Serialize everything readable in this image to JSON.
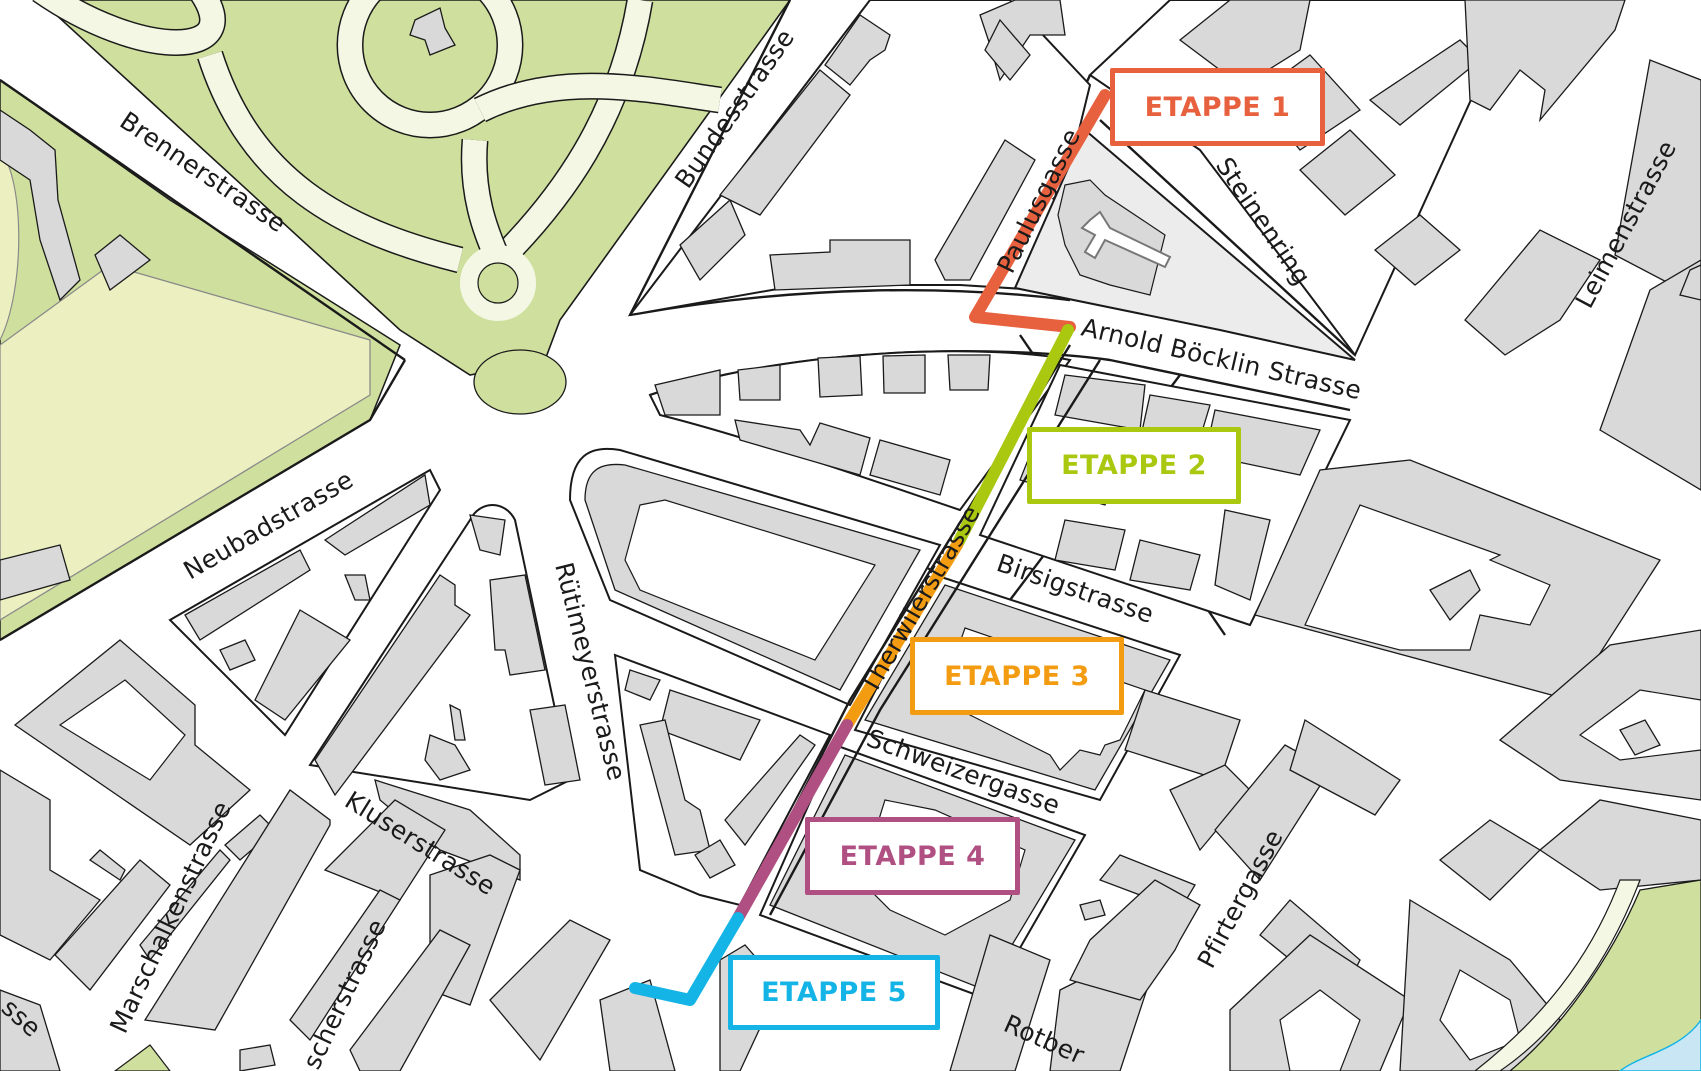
{
  "map": {
    "colors": {
      "building": "#d9d9d9",
      "road": "#ffffff",
      "park": "#cfe09e",
      "park_path": "#f3f7e4",
      "sports_field": "#ecefbf",
      "church_plot": "#ececec",
      "water": "#c9e6f5",
      "outline": "#1a1a1a"
    },
    "streets": [
      {
        "name": "Brennerstrasse"
      },
      {
        "name": "Bundesstrasse"
      },
      {
        "name": "Paulusgasse"
      },
      {
        "name": "Steinenring"
      },
      {
        "name": "Leimenstrasse"
      },
      {
        "name": "Arnold Böcklin Strasse"
      },
      {
        "name": "Neubadstrasse"
      },
      {
        "name": "Rütimeyerstrasse"
      },
      {
        "name": "Therwilerstrasse"
      },
      {
        "name": "Birsigstrasse"
      },
      {
        "name": "Schweizergasse"
      },
      {
        "name": "Kluserstrasse"
      },
      {
        "name": "Marschalkenstrasse"
      },
      {
        "name": "scherstrasse"
      },
      {
        "name": "sse"
      },
      {
        "name": "Pfirtergasse"
      },
      {
        "name": "Rotber"
      }
    ],
    "stages": [
      {
        "label": "ETAPPE 1",
        "color": "#e8613f"
      },
      {
        "label": "ETAPPE 2",
        "color": "#a9c80f"
      },
      {
        "label": "ETAPPE 3",
        "color": "#f39c12"
      },
      {
        "label": "ETAPPE 4",
        "color": "#b04f81"
      },
      {
        "label": "ETAPPE 5",
        "color": "#14b4e6"
      }
    ],
    "landmarks": [
      {
        "name": "church-cross-icon"
      }
    ]
  }
}
